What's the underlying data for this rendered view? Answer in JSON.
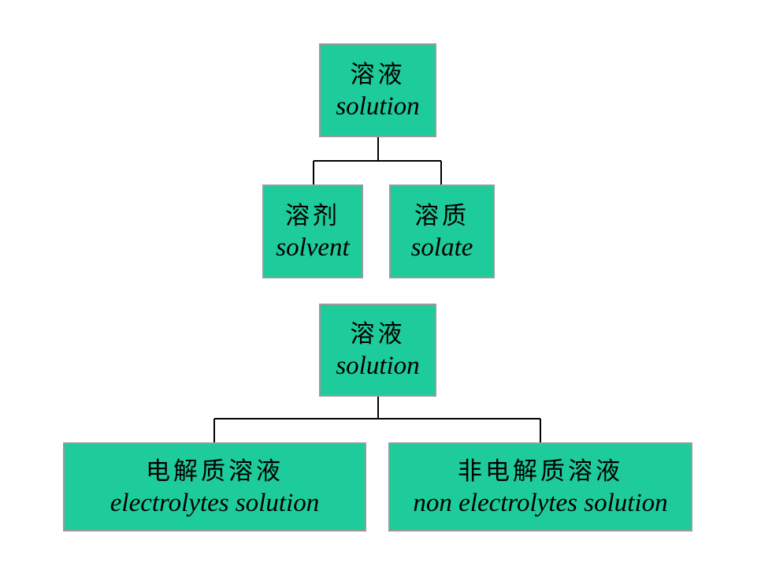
{
  "colors": {
    "node_fill": "#1ecb9a",
    "node_border": "#9a9a9a",
    "connector": "#000000",
    "background": "#ffffff"
  },
  "diagram1": {
    "root": {
      "cn": "溶液",
      "en": "solution"
    },
    "children": [
      {
        "cn": "溶剂",
        "en": "solvent"
      },
      {
        "cn": "溶质",
        "en": "solate"
      }
    ]
  },
  "diagram2": {
    "root": {
      "cn": "溶液",
      "en": "solution"
    },
    "children": [
      {
        "cn": "电解质溶液",
        "en": "electrolytes solution"
      },
      {
        "cn": "非电解质溶液",
        "en": "non electrolytes solution"
      }
    ]
  }
}
